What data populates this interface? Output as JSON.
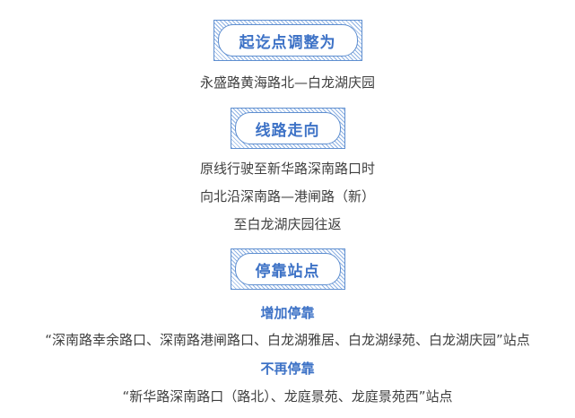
{
  "sections": {
    "terminus": {
      "heading": "起讫点调整为",
      "line1": "永盛路黄海路北—白龙湖庆园"
    },
    "route": {
      "heading": "线路走向",
      "line1": "原线行驶至新华路深南路口时",
      "line2": "向北沿深南路—港闸路（新）",
      "line3": "至白龙湖庆园往返"
    },
    "stops": {
      "heading": "停靠站点",
      "added_label": "增加停靠",
      "added_text": "“深南路幸余路口、深南路港闸路口、白龙湖雅居、白龙湖绿苑、白龙湖庆园”站点",
      "removed_label": "不再停靠",
      "removed_text": "“新华路深南路口（路北）、龙庭景苑、龙庭景苑西”站点"
    }
  },
  "colors": {
    "accent": "#3d72c6",
    "body_text": "#3f3f3f",
    "stripe": "#8fb2e3"
  }
}
